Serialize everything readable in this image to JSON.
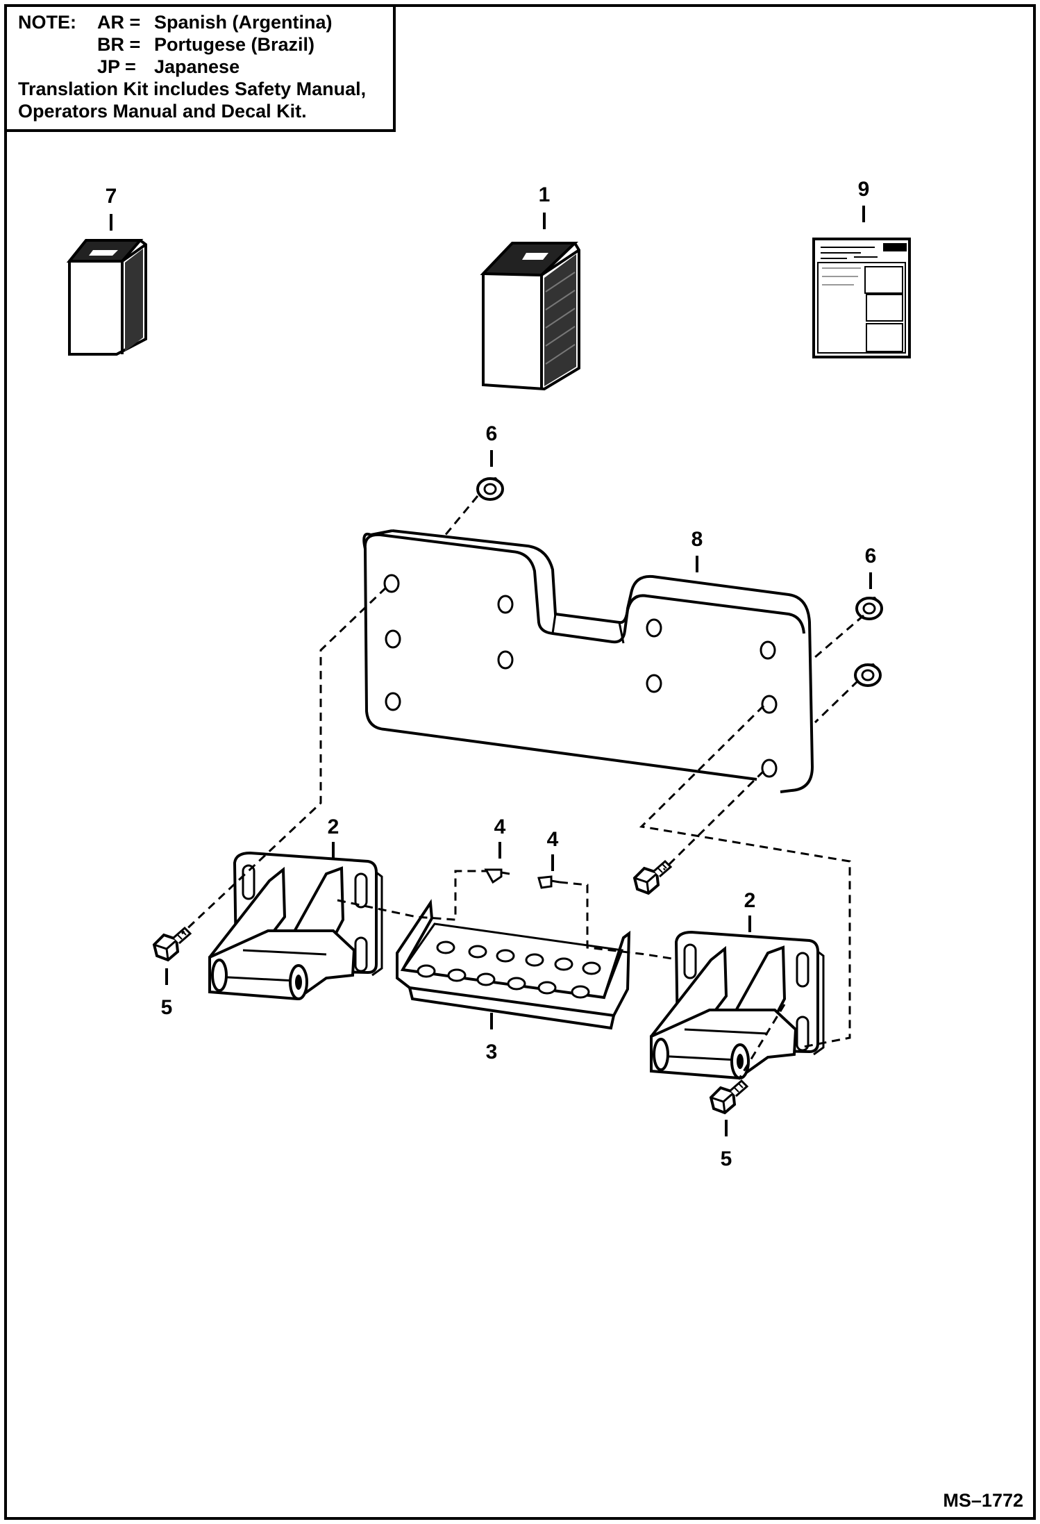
{
  "note": {
    "label": "NOTE:",
    "languages": [
      {
        "code": "AR =",
        "name": "Spanish (Argentina)"
      },
      {
        "code": "BR =",
        "name": "Portugese (Brazil)"
      },
      {
        "code": "JP =",
        "name": "Japanese"
      }
    ],
    "kit_line_1": "Translation Kit includes Safety Manual,",
    "kit_line_2": "Operators Manual and Decal Kit."
  },
  "callouts": {
    "c7": "7",
    "c1": "1",
    "c9": "9",
    "c6a": "6",
    "c6b": "6",
    "c8": "8",
    "c2a": "2",
    "c2b": "2",
    "c4a": "4",
    "c4b": "4",
    "c5a": "5",
    "c5b": "5",
    "c3": "3"
  },
  "figure_id": "MS–1772"
}
